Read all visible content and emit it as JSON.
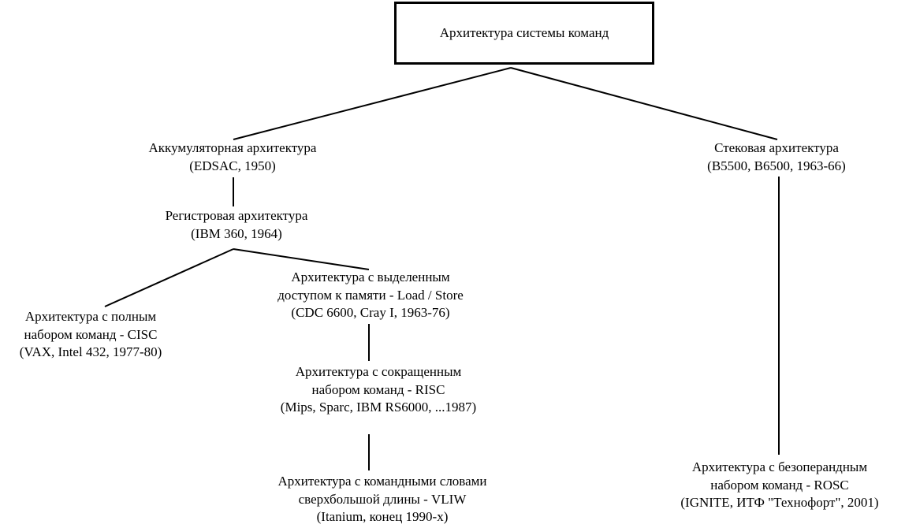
{
  "root": {
    "label": "Архитектура системы команд"
  },
  "nodes": {
    "accumulator": {
      "line1": "Аккумуляторная архитектура",
      "line2": "(EDSAC, 1950)"
    },
    "stack": {
      "line1": "Стековая архитектура",
      "line2": "(B5500, B6500, 1963-66)"
    },
    "register": {
      "line1": "Регистровая архитектура",
      "line2": "(IBM 360, 1964)"
    },
    "cisc": {
      "line1": "Архитектура с полным",
      "line2": "набором команд - CISC",
      "line3": "(VAX, Intel 432, 1977-80)"
    },
    "load_store": {
      "line1": "Архитектура с выделенным",
      "line2": "доступом к памяти - Load / Store",
      "line3": "(CDC 6600, Cray I, 1963-76)"
    },
    "risc": {
      "line1": "Архитектура с сокращенным",
      "line2": "набором команд - RISC",
      "line3": "(Mips, Sparc, IBM RS6000, ...1987)"
    },
    "vliw": {
      "line1": "Архитектура с командными словами",
      "line2": "сверхбольшой длины - VLIW",
      "line3": "(Itanium, конец 1990-х)"
    },
    "rosc": {
      "line1": "Архитектура с безоперандным",
      "line2": "набором команд - ROSC",
      "line3": "(IGNITE, ИТФ \"Технофорт\", 2001)"
    }
  }
}
